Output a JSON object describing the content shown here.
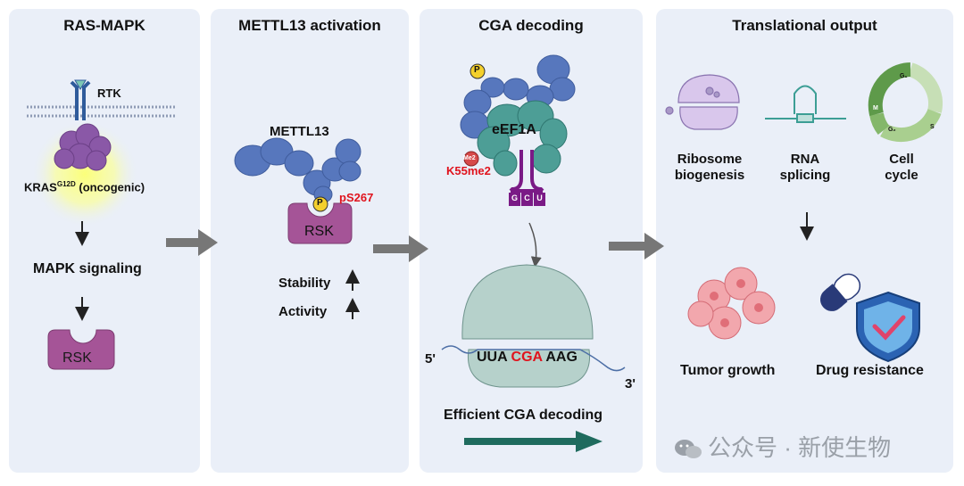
{
  "panels": {
    "p1": {
      "title": "RAS-MAPK",
      "rtk": "RTK",
      "kras_base": "KRAS",
      "kras_sup": "G12D",
      "kras_note": " (oncogenic)",
      "mapk": "MAPK signaling",
      "rsk": "RSK"
    },
    "p2": {
      "title": "METTL13 activation",
      "mettl13": "METTL13",
      "p": "P",
      "ps267": "pS267",
      "rsk": "RSK",
      "stability": "Stability",
      "activity": "Activity"
    },
    "p3": {
      "title": "CGA decoding",
      "p": "P",
      "eef1a": "eEF1A",
      "me2": "Me2",
      "k55": "K55me2",
      "anticodon": [
        "G",
        "C",
        "U"
      ],
      "five": "5'",
      "three": "3'",
      "codon_pre": "UUA",
      "codon_mid": "CGA",
      "codon_post": "AAG",
      "efficient": "Efficient CGA decoding"
    },
    "p4": {
      "title": "Translational output",
      "ribosome": [
        "Ribosome",
        "biogenesis"
      ],
      "splicing": [
        "RNA",
        "splicing"
      ],
      "cycle": [
        "Cell",
        "cycle"
      ],
      "cycle_labels": [
        "G₁",
        "S",
        "G₂",
        "M"
      ],
      "tumor": "Tumor growth",
      "drug": "Drug resistance"
    }
  },
  "watermark": "公众号 · 新使生物",
  "colors": {
    "panel": "#eaeff8",
    "protein_blue": "#5777bd",
    "rsk_purple": "#a55497",
    "eef1a_teal": "#4d9e96",
    "accent_red": "#e0131d"
  }
}
